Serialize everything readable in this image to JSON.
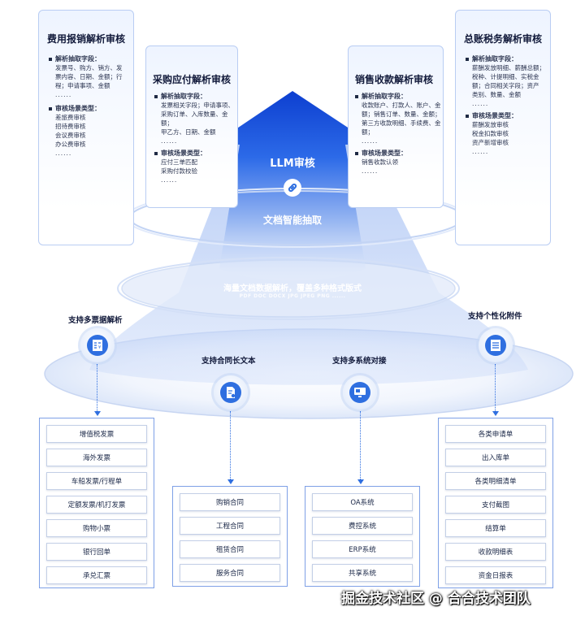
{
  "colors": {
    "accent": "#2f6fe0",
    "dark": "#1246c9"
  },
  "cards": [
    {
      "title": "费用报销解析审核",
      "sections": [
        {
          "heading": "解析抽取字段：",
          "lines": [
            "发票号、购方、销方、发",
            "票内容、日期、金额；行",
            "程；申请事项、金额"
          ]
        },
        {
          "heading": "审核场景类型：",
          "lines": [
            "差旅费审核",
            "招待费审核",
            "会议费审核",
            "办公费审核"
          ]
        }
      ]
    },
    {
      "title": "采购应付解析审核",
      "sections": [
        {
          "heading": "解析抽取字段：",
          "lines": [
            "发票相关字段；申请事项、",
            "采购订单、入库数量、金额；",
            "甲乙方、日期、金额"
          ]
        },
        {
          "heading": "审核场景类型：",
          "lines": [
            "应付三单匹配",
            "采购付款校验"
          ]
        }
      ]
    },
    {
      "title": "销售收款解析审核",
      "sections": [
        {
          "heading": "解析抽取字段：",
          "lines": [
            "收款账户、打款人、账户、金",
            "额；销售订单、数量、金额；",
            "第三方收款明细、手续费、金",
            "额；"
          ]
        },
        {
          "heading": "审核场景类型：",
          "lines": [
            "销售收款认领"
          ]
        }
      ]
    },
    {
      "title": "总账税务解析审核",
      "sections": [
        {
          "heading": "解析抽取字段：",
          "lines": [
            "薪酬发放明细、薪酬总额；",
            "税种、计提明细、实税金",
            "额；合同相关字段；资产",
            "类别、数量、金额"
          ]
        },
        {
          "heading": "审核场景类型：",
          "lines": [
            "薪酬发放审核",
            "税金扣款审核",
            "资产新增审核"
          ]
        }
      ]
    }
  ],
  "dots": "......",
  "arrow": {
    "llm": "LLM审核",
    "extract": "文档智能抽取",
    "mass": "海量文档数据解析，覆盖多种格式版式",
    "formats": "PDF  DOC  DOCX  JPG  JPEG  PNG  ......"
  },
  "features": [
    {
      "label": "支持多票据解析",
      "icon": "receipt-icon"
    },
    {
      "label": "支持合同长文本",
      "icon": "contract-icon"
    },
    {
      "label": "支持多系统对接",
      "icon": "monitor-icon"
    },
    {
      "label": "支持个性化附件",
      "icon": "list-document-icon"
    }
  ],
  "lists": [
    [
      "增值税发票",
      "海外发票",
      "车船发票/行程单",
      "定额发票/机打发票",
      "购物小票",
      "银行回单",
      "承兑汇票"
    ],
    [
      "购销合同",
      "工程合同",
      "租赁合同",
      "服务合同"
    ],
    [
      "OA系统",
      "费控系统",
      "ERP系统",
      "共享系统"
    ],
    [
      "各类申请单",
      "出入库单",
      "各类明细清单",
      "支付截图",
      "结算单",
      "收款明细表",
      "资金日报表"
    ]
  ],
  "watermark": "掘金技术社区 @ 合合技术团队"
}
